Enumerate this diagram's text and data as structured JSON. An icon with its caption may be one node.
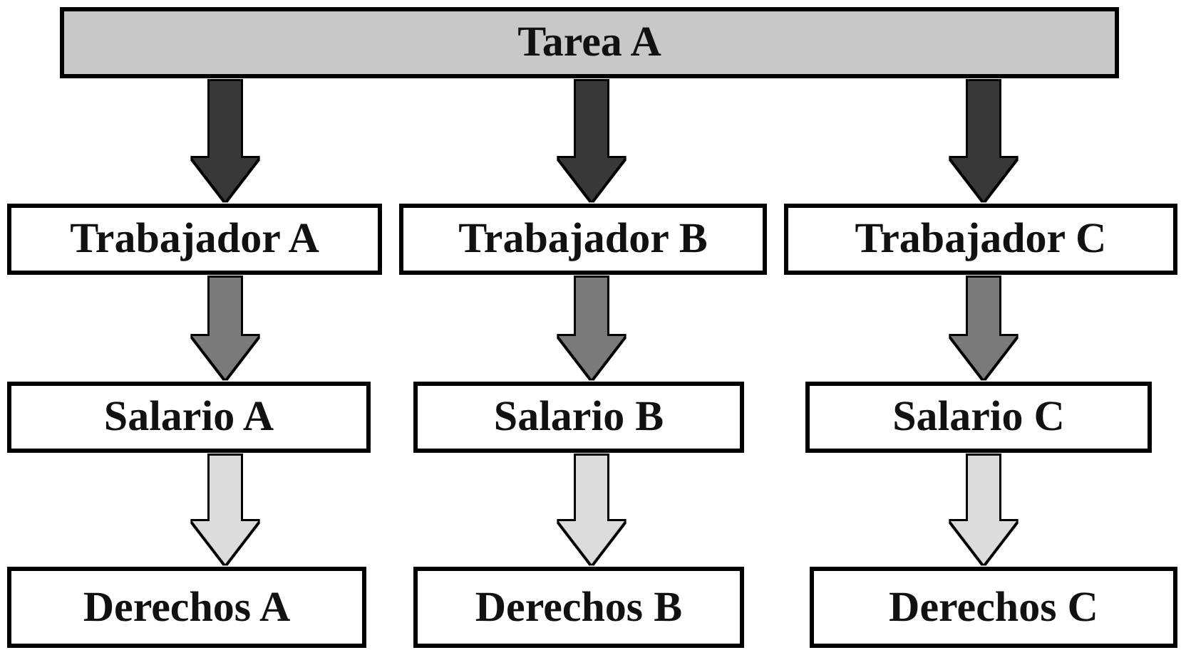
{
  "diagram": {
    "nodes": [
      {
        "text": [
          "Tarea A"
        ]
      },
      {
        "text": [
          "Trabajador A"
        ]
      },
      {
        "text": [
          "Trabajador B"
        ]
      },
      {
        "text": [
          "Trabajador C"
        ]
      },
      {
        "text": [
          "Salario A"
        ]
      },
      {
        "text": [
          "Salario B"
        ]
      },
      {
        "text": [
          "Salario C"
        ]
      },
      {
        "text": [
          "Derechos A"
        ]
      },
      {
        "text": [
          "Derechos B"
        ]
      },
      {
        "text": [
          "Derechos C"
        ]
      }
    ],
    "edges": [
      {
        "from": 0,
        "to": 1,
        "arrow": "to",
        "color": "#383838"
      },
      {
        "from": 0,
        "to": 2,
        "arrow": "to",
        "color": "#383838"
      },
      {
        "from": 0,
        "to": 3,
        "arrow": "to",
        "color": "#383838"
      },
      {
        "from": 1,
        "to": 4,
        "arrow": "to",
        "color": "#7a7a7a"
      },
      {
        "from": 2,
        "to": 5,
        "arrow": "to",
        "color": "#7a7a7a"
      },
      {
        "from": 3,
        "to": 6,
        "arrow": "to",
        "color": "#7a7a7a"
      },
      {
        "from": 4,
        "to": 7,
        "arrow": "to",
        "color": "#dcdcdc"
      },
      {
        "from": 5,
        "to": 8,
        "arrow": "to",
        "color": "#dcdcdc"
      },
      {
        "from": 6,
        "to": 9,
        "arrow": "to",
        "color": "#dcdcdc"
      }
    ]
  }
}
